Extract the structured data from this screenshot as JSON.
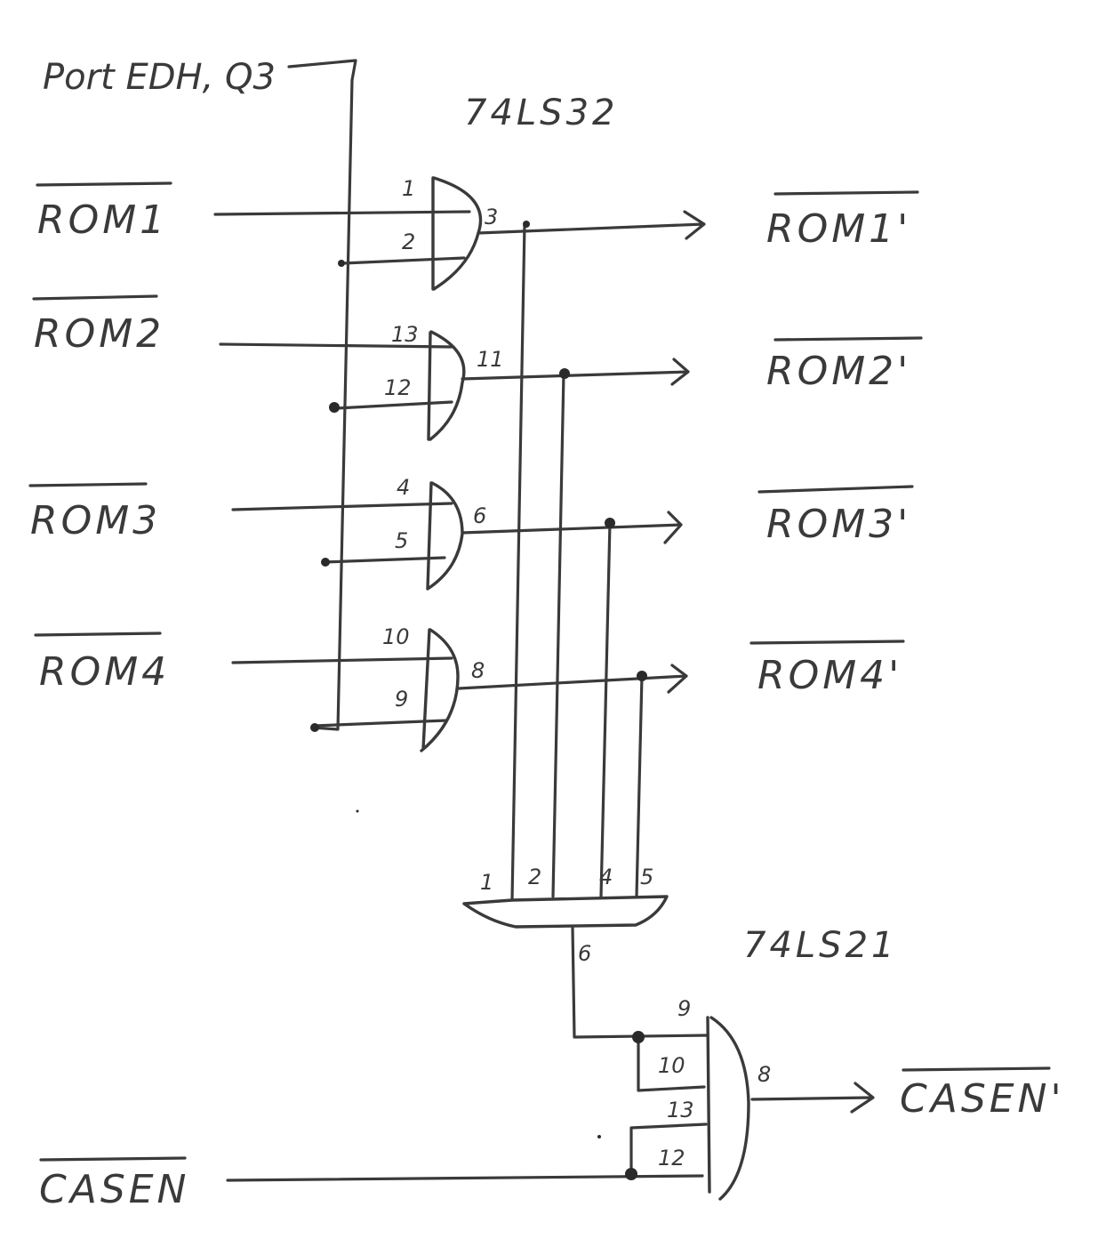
{
  "diagram": {
    "ink_color": "#3a3a3a",
    "background": "#ffffff",
    "control_input": "Port EDH, Q3",
    "chips": {
      "or_chip": "74LS32",
      "and_chip": "74LS21"
    },
    "inputs": [
      "ROM1",
      "ROM2",
      "ROM3",
      "ROM4",
      "CASEN"
    ],
    "outputs": [
      "ROM1'",
      "ROM2'",
      "ROM3'",
      "ROM4'",
      "CASEN'"
    ],
    "or_gates": [
      {
        "in_a": "1",
        "in_b": "2",
        "out": "3"
      },
      {
        "in_a": "13",
        "in_b": "12",
        "out": "11"
      },
      {
        "in_a": "4",
        "in_b": "5",
        "out": "6"
      },
      {
        "in_a": "10",
        "in_b": "9",
        "out": "8"
      }
    ],
    "and_gate_1": {
      "inputs": [
        "1",
        "2",
        "4",
        "5"
      ],
      "out": "6"
    },
    "and_gate_2": {
      "inputs": [
        "9",
        "10",
        "13",
        "12"
      ],
      "out": "8"
    }
  }
}
